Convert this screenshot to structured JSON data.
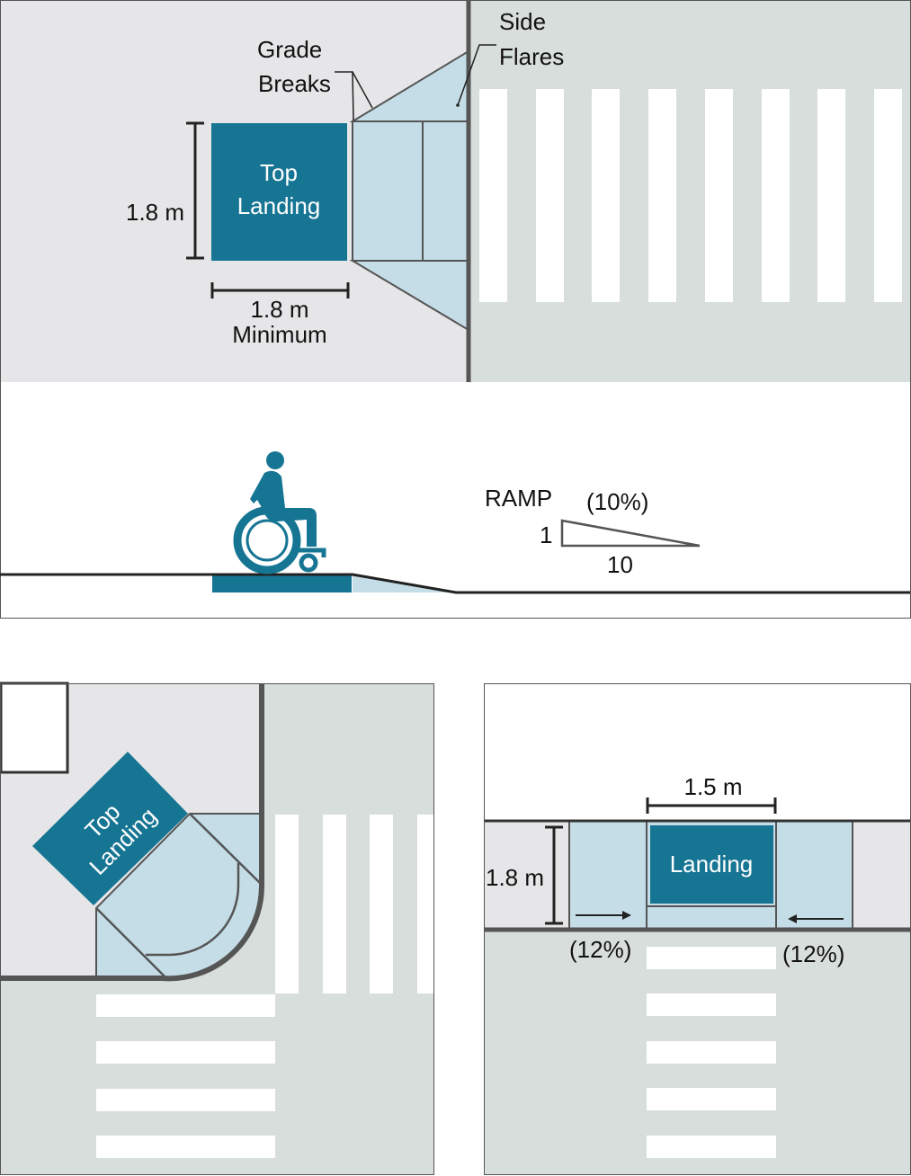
{
  "colors": {
    "landing": "#177594",
    "ramp": "#c5dde7",
    "sidewalk": "#e6e6e8",
    "road": "#d8dedb",
    "curb": "#555555"
  },
  "plan_view": {
    "landing_line1": "Top",
    "landing_line2": "Landing",
    "height_dim": "1.8 m",
    "width_dim": "1.8 m",
    "width_note": "Minimum",
    "grade_breaks_line1": "Grade",
    "grade_breaks_line2": "Breaks",
    "side_flares_line1": "Side",
    "side_flares_line2": "Flares"
  },
  "section_view": {
    "icon": "wheelchair-icon",
    "ramp_label": "RAMP",
    "slope_percent": "(10%)",
    "rise": "1",
    "run": "10"
  },
  "corner_view": {
    "landing_line1": "Top",
    "landing_line2": "Landing"
  },
  "midblock_view": {
    "landing": "Landing",
    "width_dim": "1.5 m",
    "height_dim": "1.8 m",
    "left_slope": "(12%)",
    "right_slope": "(12%)"
  }
}
